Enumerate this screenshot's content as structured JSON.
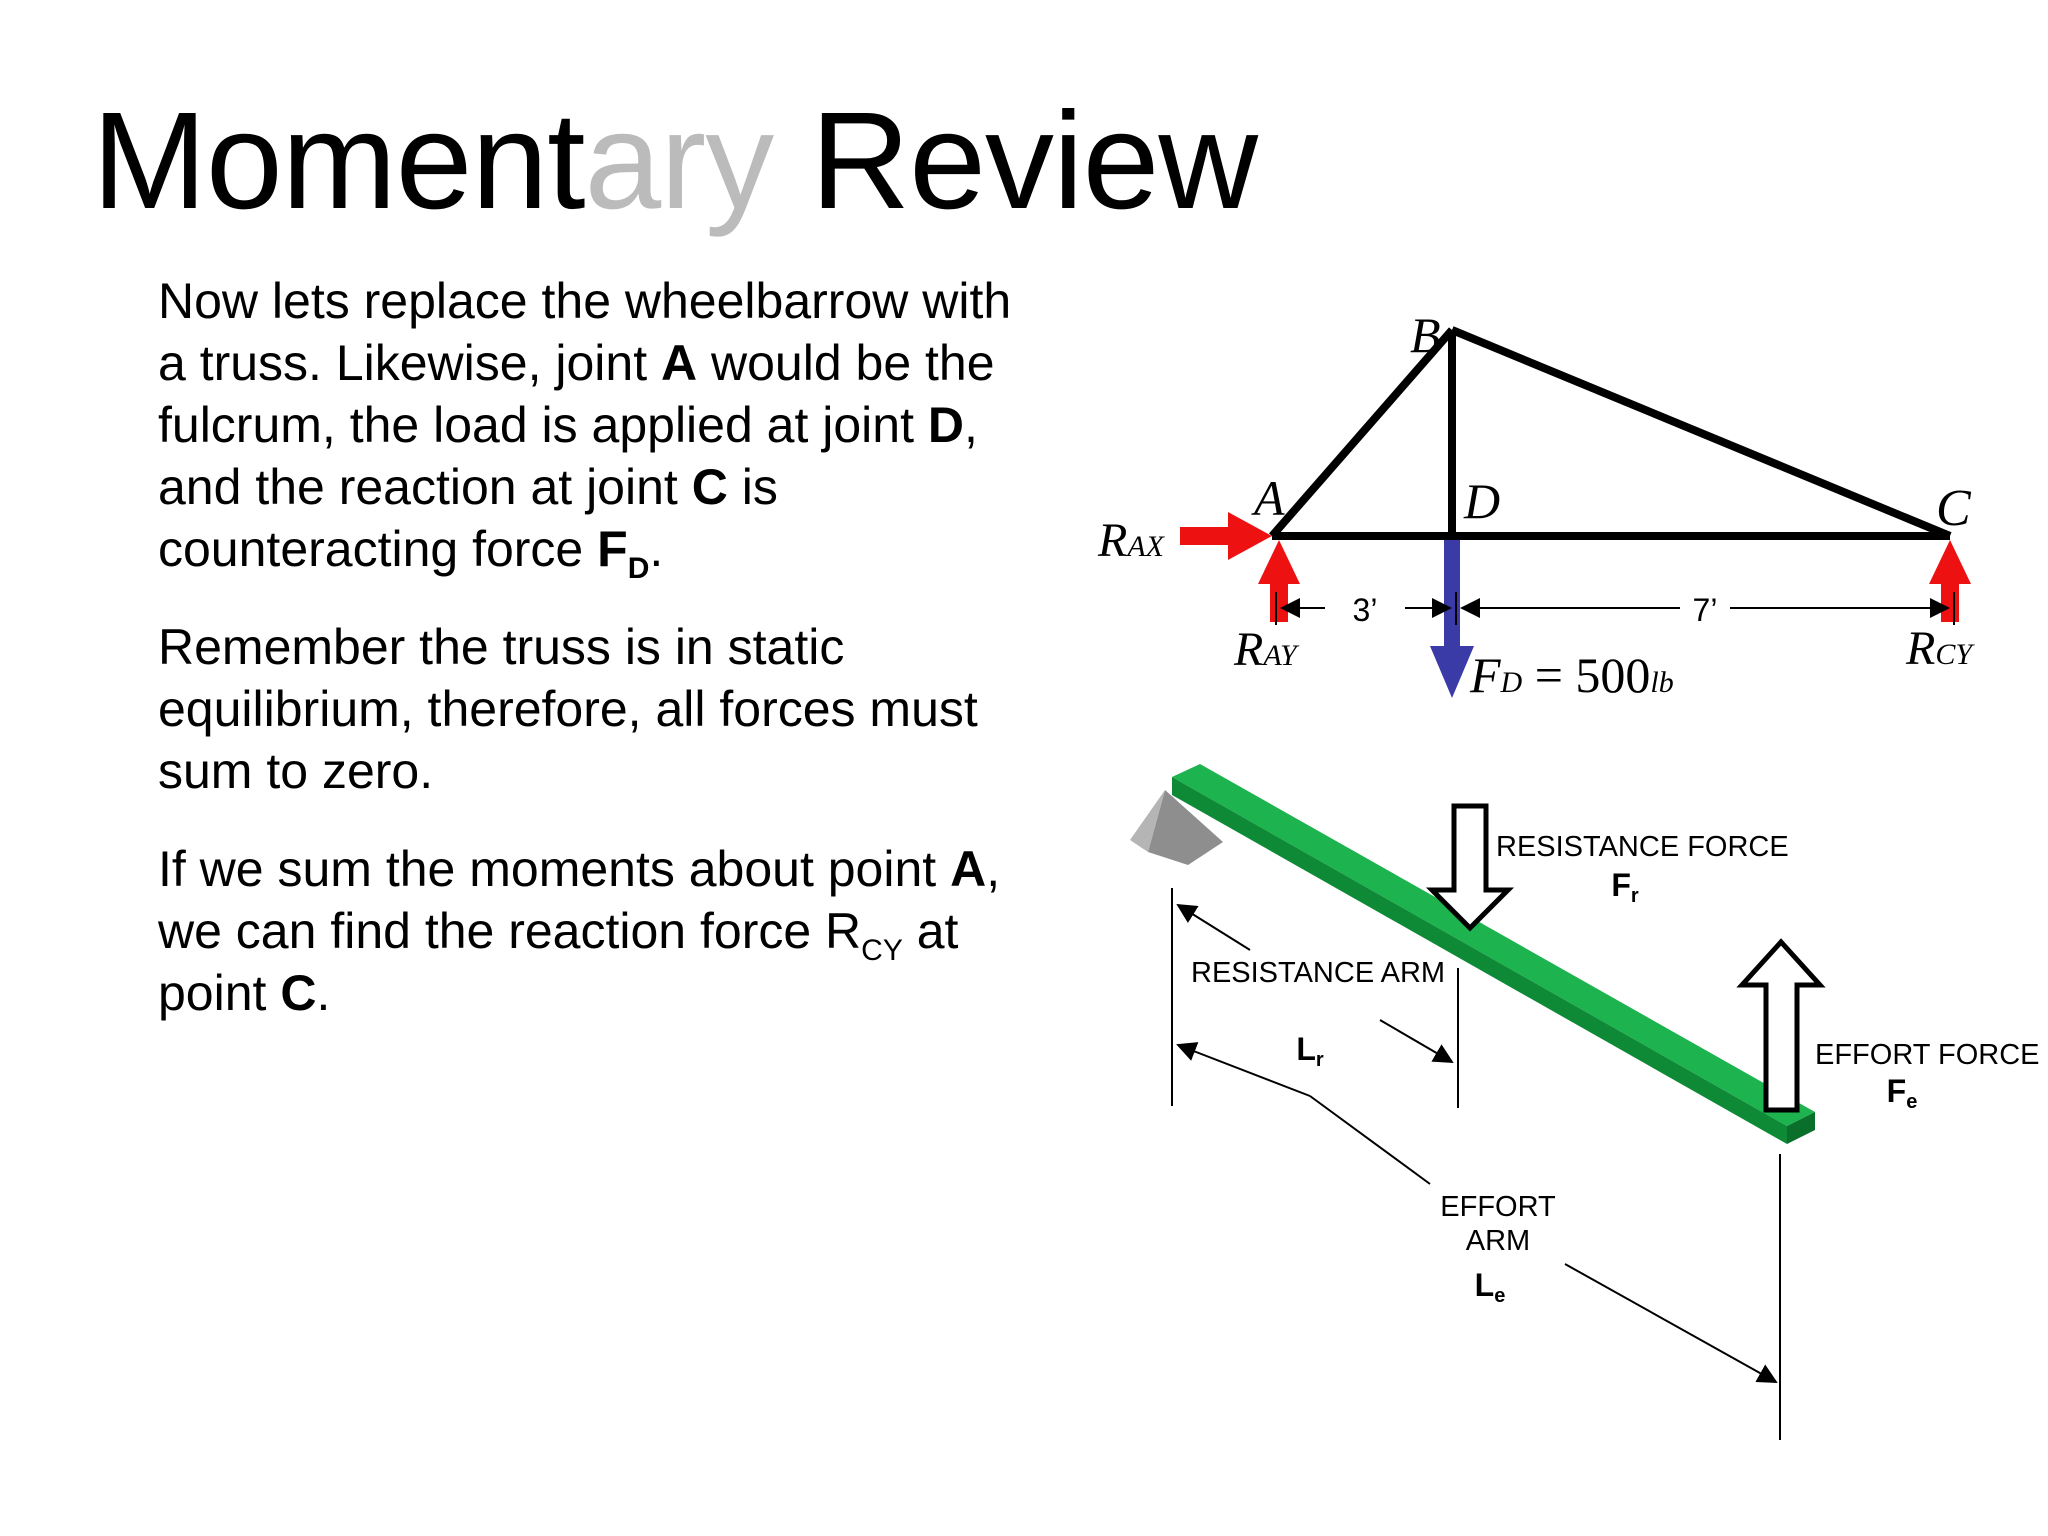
{
  "slide": {
    "title_prefix": "Moment",
    "title_highlight": "ary",
    "title_suffix": " Review"
  },
  "paragraphs": {
    "p1": {
      "t1": "Now lets replace the wheelbarrow with a truss. Likewise, joint ",
      "b1": "A",
      "t2": " would be the fulcrum, the load is applied at joint ",
      "b2": "D",
      "t3": ", and the reaction at joint ",
      "b3": "C",
      "t4": " is counteracting force ",
      "b4": "F",
      "b4_sub": "D",
      "t5": "."
    },
    "p2": {
      "t1": "Remember the truss is in static equilibrium, therefore, all forces must sum to zero."
    },
    "p3": {
      "t1": "If we sum the moments about point ",
      "b1": "A",
      "t2": ", we can find the reaction force R",
      "sub1": "CY",
      "t3": " at point ",
      "b2": "C",
      "t4": "."
    }
  },
  "truss": {
    "joint_a": "A",
    "joint_b": "B",
    "joint_c": "C",
    "joint_d": "D",
    "rax_main": "R",
    "rax_sub": "AX",
    "ray_main": "R",
    "ray_sub": "AY",
    "rcy_main": "R",
    "rcy_sub": "CY",
    "fd_main": "F",
    "fd_sub": "D",
    "fd_value": " = 500",
    "fd_unit": "lb",
    "dim_ad": "3’",
    "dim_dc": "7’",
    "colors": {
      "reaction": "#ee1111",
      "load": "#3b3ba8",
      "member": "#000000"
    }
  },
  "lever": {
    "resistance_force": "RESISTANCE FORCE",
    "fr_main": "F",
    "fr_sub": "r",
    "resistance_arm": "RESISTANCE ARM",
    "lr_main": "L",
    "lr_sub": "r",
    "effort_force": "EFFORT FORCE",
    "fe_main": "F",
    "fe_sub": "e",
    "effort_line1": "EFFORT",
    "effort_line2": "ARM",
    "le_main": "L",
    "le_sub": "e",
    "colors": {
      "beam_top": "#1db34f",
      "beam_side": "#0e8a37",
      "fulcrum": "#9a9a9a"
    }
  }
}
